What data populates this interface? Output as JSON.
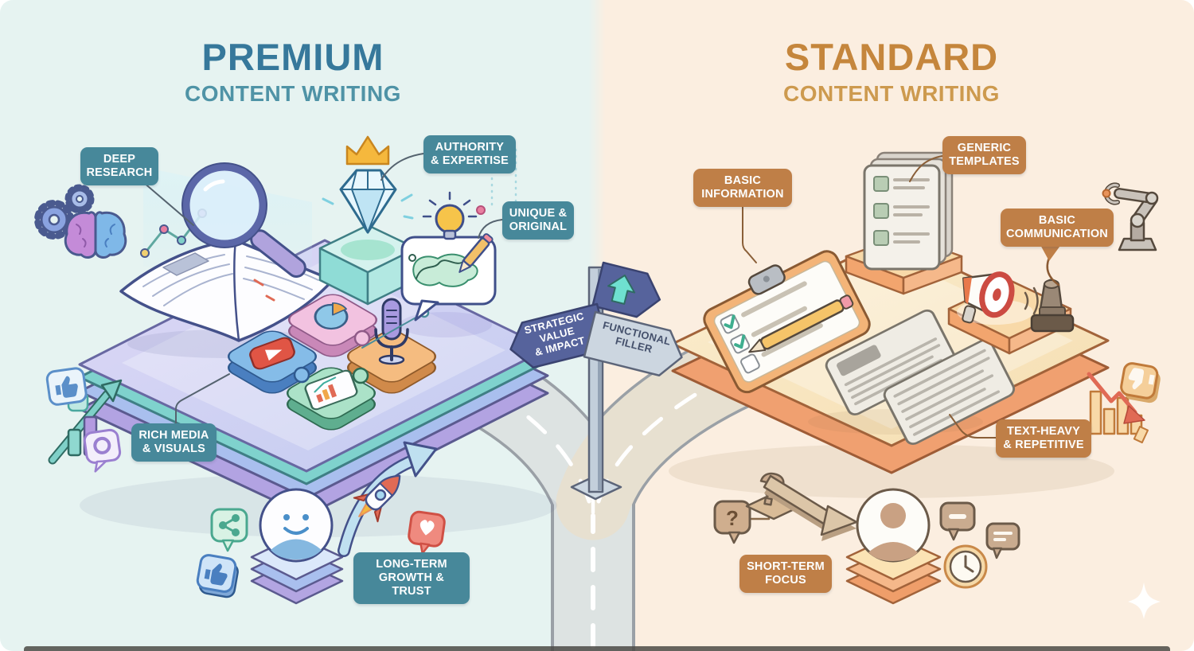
{
  "page": {
    "background_left": "#e6f3f1",
    "background_right": "#fbeee0"
  },
  "left": {
    "title": "PREMIUM",
    "subtitle": "CONTENT WRITING",
    "title_color": "#36789b",
    "badge_color": "#47889a",
    "badges": {
      "deep_research": "DEEP\nRESEARCH",
      "authority": "AUTHORITY\n& EXPERTISE",
      "unique": "UNIQUE &\nORIGINAL",
      "rich_media": "RICH MEDIA\n& VISUALS",
      "long_term": "LONG-TERM\nGROWTH & TRUST"
    },
    "icons": [
      "gears-icon",
      "brain-icon",
      "trend-dots-icon",
      "glow-screen",
      "open-book-icon",
      "magnifier-icon",
      "crown-icon",
      "diamond-icon",
      "lightbulb-icon",
      "sketch-bubble-icon",
      "play-video-puzzle-icon",
      "pie-chart-puzzle-icon",
      "microphone-puzzle-icon",
      "report-puzzle-icon",
      "thumbs-up-bubble-icon",
      "growth-arrow-chart-icon",
      "comment-bubble-icon",
      "share-bubble-icon",
      "thumbs-up-icon",
      "smiley-avatar-icon",
      "rocket-arrow-icon",
      "heart-bubble-icon"
    ]
  },
  "right": {
    "title": "STANDARD",
    "subtitle": "CONTENT WRITING",
    "title_color": "#c5863c",
    "badge_color": "#bf7f47",
    "badges": {
      "basic_information": "BASIC\nINFORMATION",
      "generic_templates": "GENERIC\nTEMPLATES",
      "basic_communication": "BASIC\nCOMMUNICATION",
      "text_heavy": "TEXT-HEAVY\n& REPETITIVE",
      "short_term": "SHORT-TERM\nFOCUS"
    },
    "icons": [
      "clipboard-checklist-icon",
      "pencil-icon",
      "template-documents-icon",
      "flat-documents-icon",
      "megaphone-icon",
      "stamp-icon",
      "robot-arm-icon",
      "decline-chart-icon",
      "thumbs-down-bubble-icon",
      "question-bubble-icon",
      "question-mark-3d-icon",
      "down-arrow-icon",
      "avatar-icon",
      "minus-bubble-icon",
      "chat-bubble-icon",
      "clock-icon",
      "sparkle-icon"
    ]
  },
  "signpost": {
    "left_sign": "STRATEGIC\nVALUE\n& IMPACT",
    "right_sign": "FUNCTIONAL\nFILLER",
    "left_sign_color": "#56639c",
    "right_sign_color": "#ccd6e0",
    "top_sign": "up-arrow-icon"
  },
  "road": {
    "marking": "Y"
  }
}
